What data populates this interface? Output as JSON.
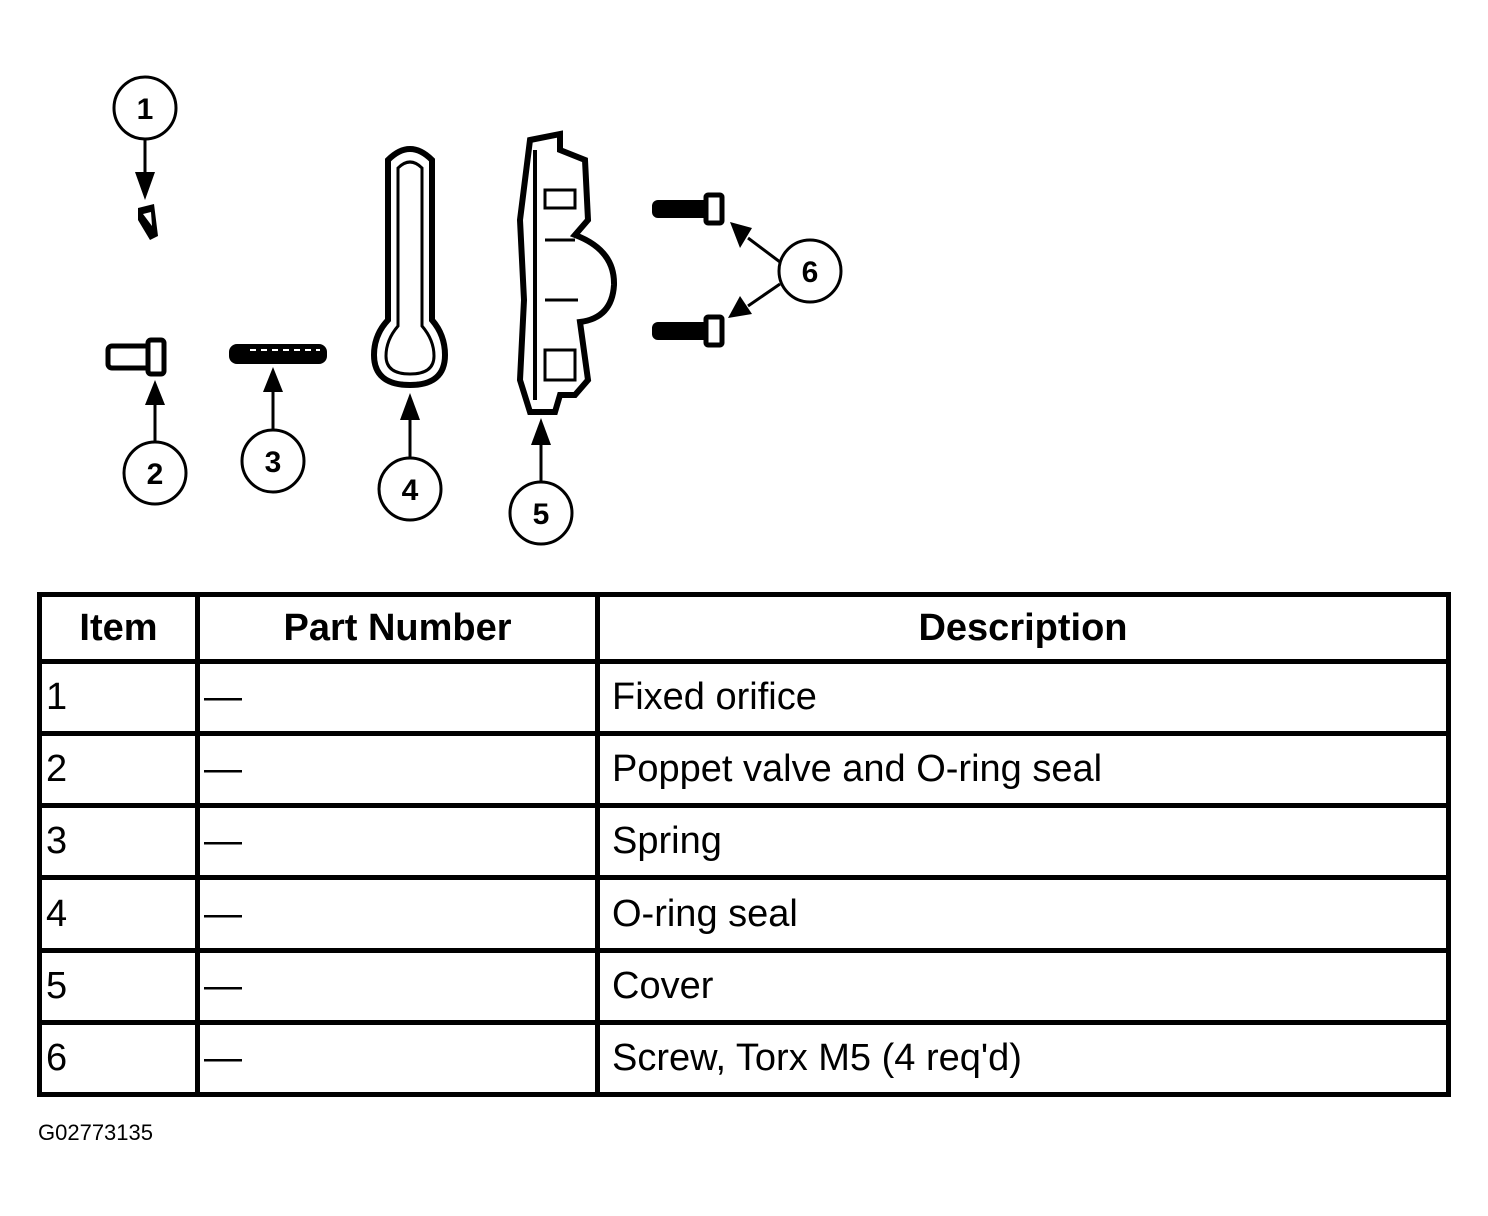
{
  "callouts": [
    {
      "label": "1"
    },
    {
      "label": "2"
    },
    {
      "label": "3"
    },
    {
      "label": "4"
    },
    {
      "label": "5"
    },
    {
      "label": "6"
    }
  ],
  "table": {
    "headers": [
      "Item",
      "Part Number",
      "Description"
    ],
    "rows": [
      {
        "item": "1",
        "part_number": "—",
        "description": "Fixed orifice"
      },
      {
        "item": "2",
        "part_number": "—",
        "description": "Poppet valve and O-ring seal"
      },
      {
        "item": "3",
        "part_number": "—",
        "description": "Spring"
      },
      {
        "item": "4",
        "part_number": "—",
        "description": "O-ring seal"
      },
      {
        "item": "5",
        "part_number": "—",
        "description": "Cover"
      },
      {
        "item": "6",
        "part_number": "—",
        "description": "Screw, Torx M5 (4 req'd)"
      }
    ]
  },
  "figure_id": "G02773135"
}
